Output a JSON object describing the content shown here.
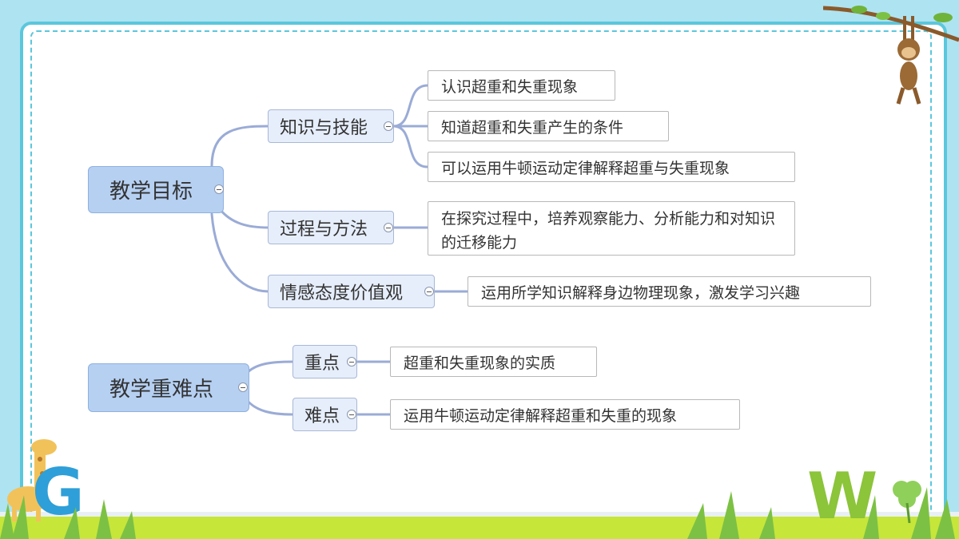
{
  "mindmap": {
    "goals": {
      "root": "教学目标",
      "branches": [
        {
          "label": "知识与技能",
          "items": [
            "认识超重和失重现象",
            "知道超重和失重产生的条件",
            "可以运用牛顿运动定律解释超重与失重现象"
          ]
        },
        {
          "label": "过程与方法",
          "items": [
            "在探究过程中，培养观察能力、分析能力和对知识的迁移能力"
          ]
        },
        {
          "label": "情感态度价值观",
          "items": [
            "运用所学知识解释身边物理现象，激发学习兴趣"
          ]
        }
      ]
    },
    "difficulties": {
      "root": "教学重难点",
      "branches": [
        {
          "label": "重点",
          "items": [
            "超重和失重现象的实质"
          ]
        },
        {
          "label": "难点",
          "items": [
            "运用牛顿运动定律解释超重和失重的现象"
          ]
        }
      ]
    }
  },
  "colors": {
    "frame": "#5bc7dc",
    "background": "#aee3f2",
    "root_fill": "#b6d0f2",
    "mid_fill": "#e6eefb",
    "connector": "#9aabd6",
    "grass": "#c6e63a"
  },
  "decorations": [
    "monkey-icon",
    "giraffe-icon",
    "letter-g-icon",
    "letter-w-icon",
    "clover-icon",
    "grass-icon",
    "branch-icon"
  ],
  "decor_letters": {
    "left": "G",
    "right": "W"
  }
}
